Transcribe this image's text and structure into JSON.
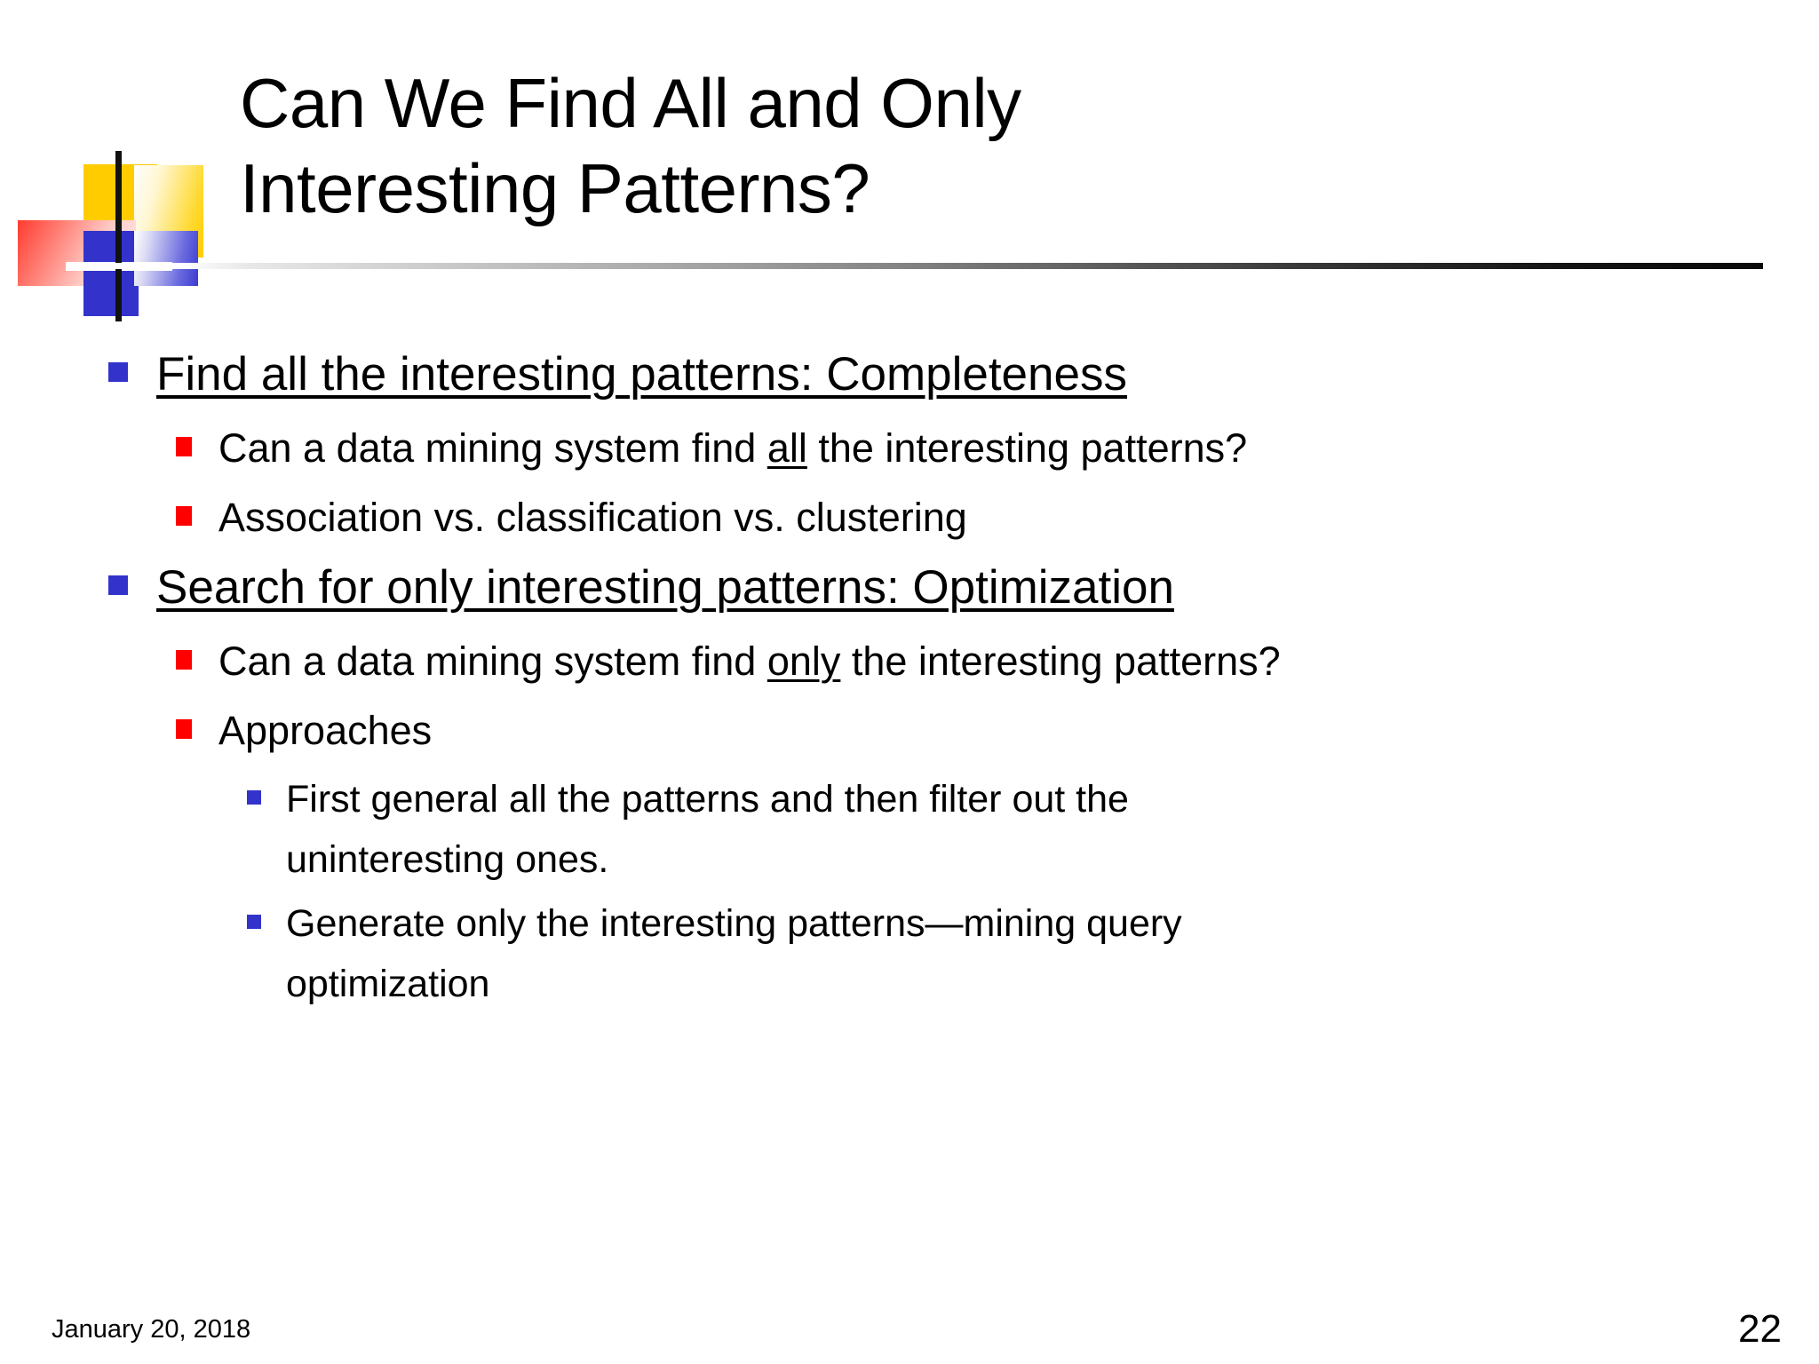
{
  "slide": {
    "title_lines": [
      "Can We Find All and Only",
      "Interesting Patterns?"
    ],
    "bullets": [
      {
        "level": 1,
        "bullet_icon": "blue-square-bullet",
        "underline": true,
        "text": "Find all the interesting patterns: Completeness"
      },
      {
        "level": 2,
        "bullet_icon": "red-square-bullet",
        "underline": false,
        "text_parts": [
          {
            "t": "Can a data mining system find ",
            "u": false
          },
          {
            "t": "all",
            "u": true
          },
          {
            "t": " the interesting patterns?",
            "u": false
          }
        ],
        "text": "Can a data mining system find all the interesting patterns?"
      },
      {
        "level": 2,
        "bullet_icon": "red-square-bullet",
        "underline": false,
        "text": "Association vs. classification vs. clustering"
      },
      {
        "level": 1,
        "bullet_icon": "blue-square-bullet",
        "underline": true,
        "text": "Search for only interesting patterns: Optimization"
      },
      {
        "level": 2,
        "bullet_icon": "red-square-bullet",
        "underline": false,
        "text_parts": [
          {
            "t": "Can a data mining system find ",
            "u": false
          },
          {
            "t": "only",
            "u": true
          },
          {
            "t": " the interesting patterns?",
            "u": false
          }
        ],
        "text": "Can a data mining system find only the interesting patterns?"
      },
      {
        "level": 2,
        "bullet_icon": "red-square-bullet",
        "underline": false,
        "text": "Approaches"
      },
      {
        "level": 3,
        "bullet_icon": "blue-square-bullet",
        "underline": false,
        "text": "First general all the patterns and then filter out the uninteresting ones."
      },
      {
        "level": 3,
        "bullet_icon": "blue-square-bullet",
        "underline": false,
        "text": "Generate only the interesting patterns—mining query optimization"
      }
    ],
    "footer": {
      "date": "January 20, 2018",
      "page_number": "22"
    },
    "colors": {
      "bullet_level1": "#3333CC",
      "bullet_level2": "#FF0000",
      "bullet_level3": "#3333CC",
      "logo_yellow": "#FFCC00",
      "logo_red": "#FF3B30",
      "logo_blue": "#3333CC",
      "text": "#000000",
      "background": "#FFFFFF"
    }
  }
}
